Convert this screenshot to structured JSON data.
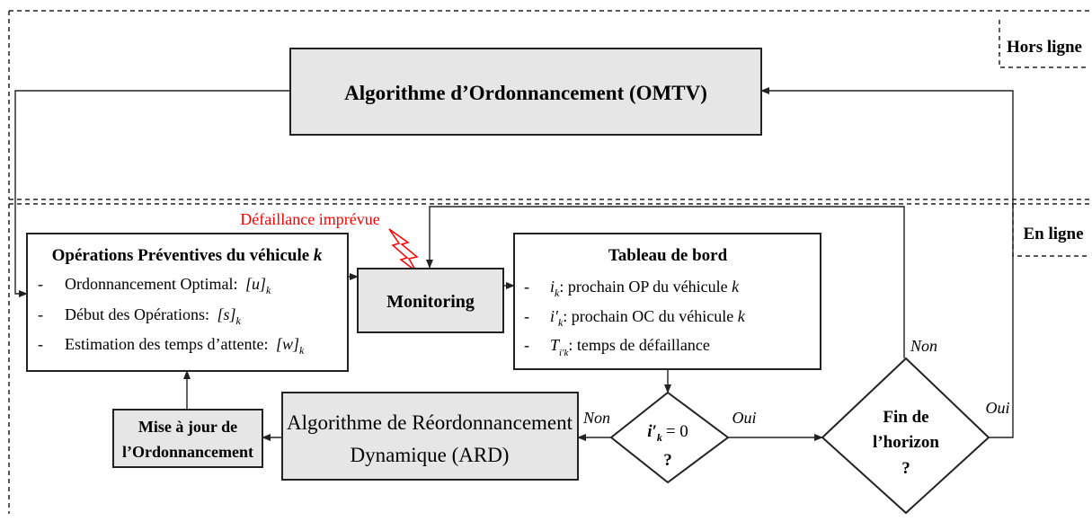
{
  "sections": {
    "offline": "Hors ligne",
    "online": "En ligne"
  },
  "nodes": {
    "omtv": "Algorithme d’Ordonnancement (OMTV)",
    "preventive": {
      "title": "Opérations Préventives du véhicule",
      "title_var": "k",
      "items": [
        {
          "text": "Ordonnancement Optimal:",
          "math": "[u]",
          "sub": "k"
        },
        {
          "text": "Début des Opérations:",
          "math": "[s]",
          "sub": "k"
        },
        {
          "text": "Estimation des temps d’attente:",
          "math": "[w]",
          "sub": "k"
        }
      ]
    },
    "monitoring": "Monitoring",
    "failure": "Défaillance imprévue",
    "dashboard": {
      "title": "Tableau de bord",
      "items": [
        {
          "var": "i",
          "sub": "k",
          "text": ": prochain OP du véhicule",
          "var2": "k"
        },
        {
          "var": "i′",
          "sub": "k",
          "text": ": prochain OC du véhicule",
          "var2": "k"
        },
        {
          "var": "T",
          "sub": "i′k",
          "text": ": temps de défaillance"
        }
      ]
    },
    "condition1": {
      "var": "i′",
      "sub": "k",
      "eq": "= 0",
      "q": "?"
    },
    "condition2": {
      "line1": "Fin de",
      "line2": "l’horizon",
      "q": "?"
    },
    "ard": {
      "line1": "Algorithme de Réordonnancement",
      "line2": "Dynamique (ARD)"
    },
    "update": {
      "line1": "Mise à jour de",
      "line2": "l’Ordonnancement"
    }
  },
  "edge_labels": {
    "cond1_no": "Non",
    "cond1_yes": "Oui",
    "cond2_no": "Non",
    "cond2_yes": "Oui",
    "list_dash": "-"
  },
  "colors": {
    "box_fill": "#e6e6e6",
    "line": "#222222",
    "failure": "#ff0000"
  }
}
